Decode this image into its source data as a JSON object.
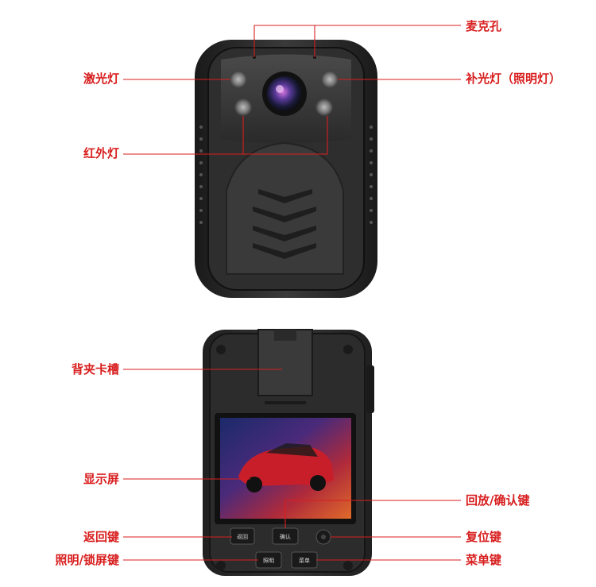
{
  "labels": {
    "microphone": "麦克孔",
    "laser": "激光灯",
    "fill_light": "补光灯（照明灯）",
    "infrared": "红外灯",
    "back_clip": "背夹卡槽",
    "display": "显示屏",
    "playback_confirm": "回放/确认键",
    "back": "返回键",
    "reset": "复位键",
    "light_lock": "照明/锁屏键",
    "menu": "菜单键"
  },
  "buttons": {
    "back_key": "返回",
    "playback_key": "确认",
    "light_key": "照明",
    "menu_key": "菜单"
  },
  "colors": {
    "label": "#d81e1e",
    "body": "#2a2a2a"
  }
}
